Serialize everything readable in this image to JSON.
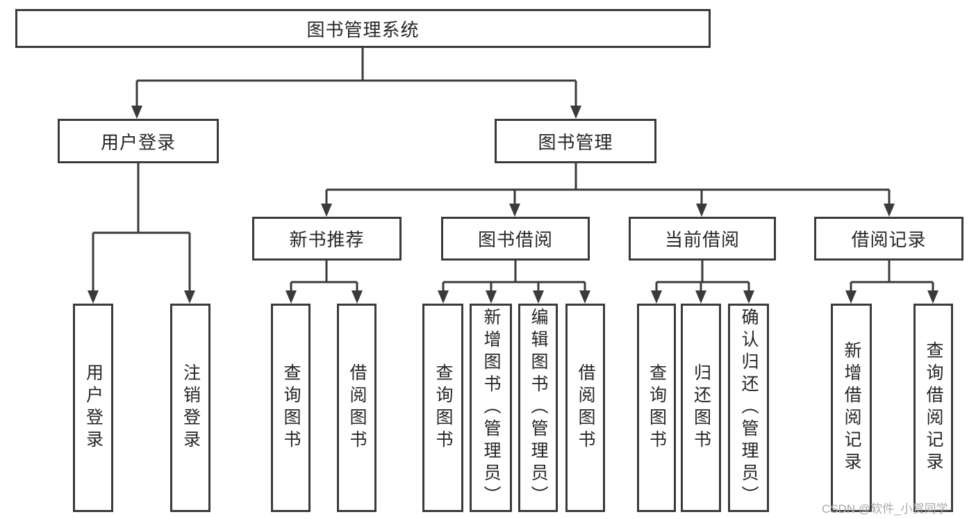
{
  "tree": {
    "label": "图书管理系统",
    "children": [
      {
        "label": "用户登录",
        "children": [
          {
            "label": "用户登录"
          },
          {
            "label": "注销登录"
          }
        ]
      },
      {
        "label": "图书管理",
        "children": [
          {
            "label": "新书推荐",
            "children": [
              {
                "label": "查询图书"
              },
              {
                "label": "借阅图书"
              }
            ]
          },
          {
            "label": "图书借阅",
            "children": [
              {
                "label": "查询图书"
              },
              {
                "label": "新增图书（管理员）"
              },
              {
                "label": "编辑图书（管理员）"
              },
              {
                "label": "借阅图书"
              }
            ]
          },
          {
            "label": "当前借阅",
            "children": [
              {
                "label": "查询图书"
              },
              {
                "label": "归还图书"
              },
              {
                "label": "确认归还（管理员）"
              }
            ]
          },
          {
            "label": "借阅记录",
            "children": [
              {
                "label": "新增借阅记录"
              },
              {
                "label": "查询借阅记录"
              }
            ]
          }
        ]
      }
    ]
  },
  "watermark": {
    "text": "CSDN @软件_小贺同学",
    "color": "#a8a8a8"
  },
  "colors": {
    "line": "#3a3a3a",
    "box_border": "#3a3a3a",
    "box_background": "#ffffff",
    "text": "#262626",
    "page_background": "#ffffff"
  }
}
